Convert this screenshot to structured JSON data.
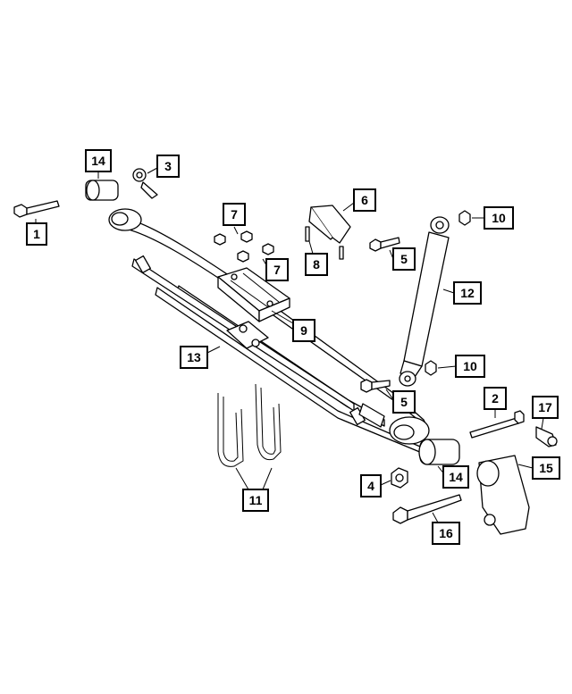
{
  "callouts": [
    {
      "label": "1"
    },
    {
      "label": "14"
    },
    {
      "label": "3"
    },
    {
      "label": "7"
    },
    {
      "label": "7"
    },
    {
      "label": "6"
    },
    {
      "label": "8"
    },
    {
      "label": "5"
    },
    {
      "label": "10"
    },
    {
      "label": "12"
    },
    {
      "label": "9"
    },
    {
      "label": "13"
    },
    {
      "label": "10"
    },
    {
      "label": "5"
    },
    {
      "label": "2"
    },
    {
      "label": "17"
    },
    {
      "label": "15"
    },
    {
      "label": "4"
    },
    {
      "label": "14"
    },
    {
      "label": "11"
    },
    {
      "label": "16"
    }
  ]
}
